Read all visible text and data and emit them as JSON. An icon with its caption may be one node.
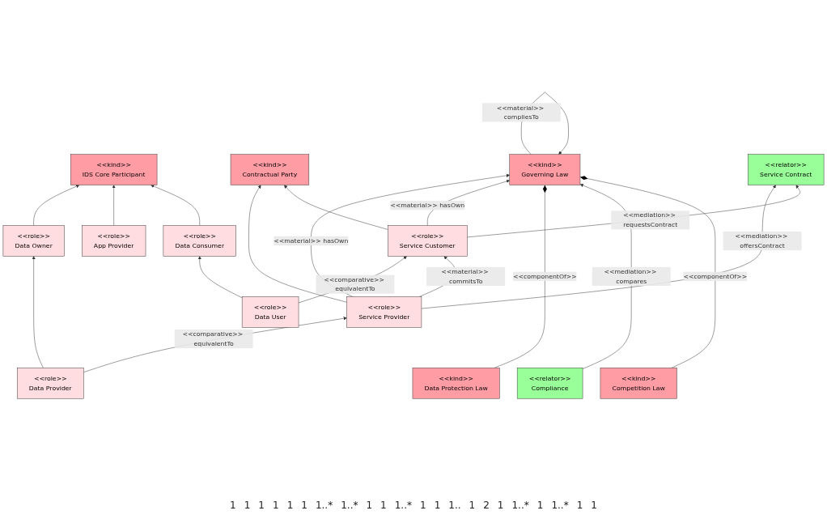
{
  "diagram": {
    "nodes": [
      {
        "text": [
          "<<kind>>",
          "IDS Core Participant"
        ]
      },
      {
        "text": [
          "<<role>>",
          "Data Owner"
        ]
      },
      {
        "text": [
          "<<role>>",
          "App Provider"
        ]
      },
      {
        "text": [
          "<<role>>",
          "Data Consumer"
        ]
      },
      {
        "text": [
          "<<role>>",
          "Data Provider"
        ]
      },
      {
        "text": [
          "<<role>>",
          "Data User"
        ]
      },
      {
        "text": [
          "<<kind>>",
          "Contractual Party"
        ]
      },
      {
        "text": [
          "<<role>>",
          "Service Provider"
        ]
      },
      {
        "text": [
          "<<kind>>",
          "Governing Law"
        ]
      },
      {
        "text": [
          "<<role>>",
          "Service Customer"
        ]
      },
      {
        "text": [
          "<<kind>>",
          "Data Protection Law"
        ]
      },
      {
        "text": [
          "<<relator>>",
          "Compliance"
        ]
      },
      {
        "text": [
          "<<kind>>",
          "Competition Law"
        ]
      },
      {
        "text": [
          "<<relator>>",
          "Service Contract"
        ]
      }
    ],
    "edges": [
      {
        "from": 1,
        "to": 0,
        "arrow": "to"
      },
      {
        "from": 2,
        "to": 0,
        "arrow": "to"
      },
      {
        "from": 3,
        "to": 0,
        "arrow": "to"
      },
      {
        "from": 4,
        "to": 1,
        "arrow": "to"
      },
      {
        "from": 5,
        "to": 3,
        "arrow": "to"
      },
      {
        "from": 4,
        "to": 7,
        "arrow": "to",
        "label": "<<comparative>> equivalentTo"
      },
      {
        "from": 5,
        "to": 9,
        "arrow": "to",
        "label": "<<comparative>> equivalentTo"
      },
      {
        "from": 7,
        "to": 6,
        "arrow": "to"
      },
      {
        "from": 9,
        "to": 6,
        "arrow": "to"
      },
      {
        "from": 8,
        "to": 8,
        "arrow": "to",
        "label": "<<material>> compliesTo"
      },
      {
        "from": 7,
        "to": 8,
        "arrow": "to",
        "label": "<<material>> hasOwn"
      },
      {
        "from": 9,
        "to": 8,
        "arrow": "to",
        "label": "<<material>> hasOwn"
      },
      {
        "from": 10,
        "to": 8,
        "arrow": "other",
        "label": "<<componentOf>>"
      },
      {
        "from": 11,
        "to": 8,
        "arrow": "to",
        "label": "<<mediation>> compares"
      },
      {
        "from": 12,
        "to": 8,
        "arrow": "other",
        "label": "<<componentOf>>"
      },
      {
        "from": 7,
        "to": 13,
        "arrow": "to",
        "label": "<<mediation>> offersContract"
      },
      {
        "from": 9,
        "to": 13,
        "arrow": "to",
        "label": "<<mediation>> requestsContract"
      },
      {
        "from": 7,
        "to": 9,
        "arrow": "to",
        "label": "<<material>> commitsTo"
      }
    ],
    "labels": [
      "1",
      "1",
      "1",
      "1",
      "1",
      "1",
      "1..*",
      "1..*",
      "1",
      "1",
      "1..*",
      "1",
      "1",
      "1..",
      "1",
      "2",
      "1",
      "1..*",
      "1",
      "1..*",
      "1",
      "1"
    ]
  }
}
